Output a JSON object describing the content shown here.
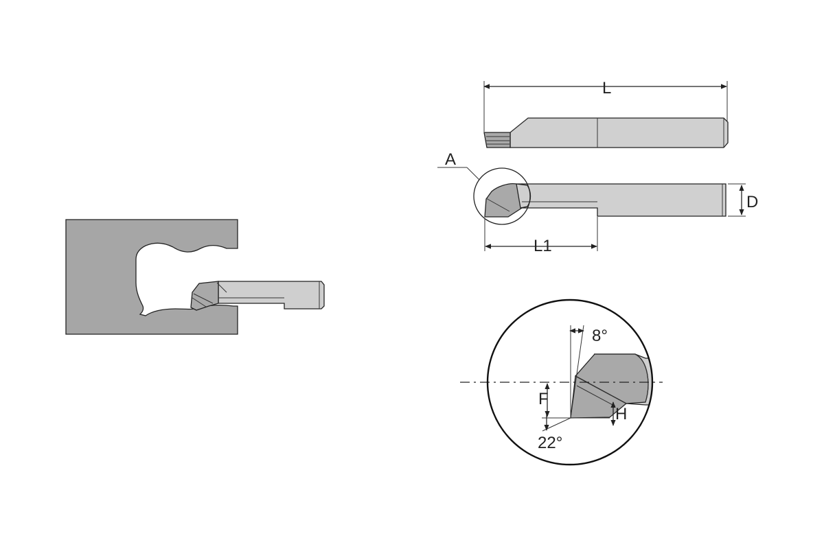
{
  "labels": {
    "overall_length": "L",
    "detail_callout": "A",
    "diameter": "D",
    "reach_length": "L1",
    "clearance_angle": "8°",
    "center_offset": "F",
    "tip_height": "H",
    "lead_angle": "22°"
  },
  "colors": {
    "tool_body": "#d0d0d0",
    "tool_tip": "#a9a9a9",
    "workpiece": "#a6a6a6",
    "outline": "#222222"
  }
}
